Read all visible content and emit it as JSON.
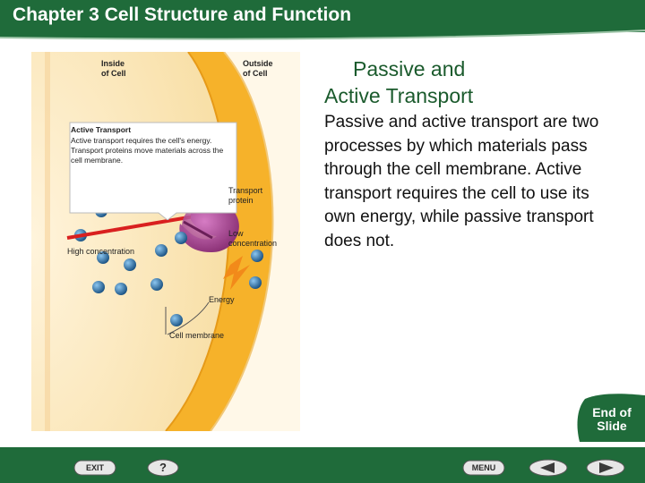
{
  "header": {
    "title": "Chapter 3  Cell Structure and Function"
  },
  "figure": {
    "inside_label": "Inside\nof Cell",
    "outside_label": "Outside\nof Cell",
    "callout_title": "Active Transport",
    "callout_body": "Active transport requires the cell's energy. Transport proteins move materials across the cell membrane.",
    "transport_protein_label": "Transport\nprotein",
    "low_concentration_label": "Low\nconcentration",
    "high_concentration_label": "High concentration",
    "energy_label": "Energy",
    "cell_membrane_label": "Cell membrane",
    "colors": {
      "inside": "#fcecc4",
      "membrane": "#f7b32b",
      "outside": "#fff6e0",
      "protein": "#a43d8c",
      "molecule": "#1e5f93",
      "arrow": "#d9201f",
      "energy": "#f28a1a"
    }
  },
  "content": {
    "heading_line1": "Passive and",
    "heading_line2": "Active Transport",
    "body": "Passive and active transport are two processes by which materials pass through the cell membrane. Active transport requires the cell to use its own energy, while passive transport does not."
  },
  "end_of_slide": {
    "label_line1": "End of",
    "label_line2": "Slide"
  },
  "footer": {
    "exit_label": "EXIT",
    "help_label": "?",
    "menu_label": "MENU",
    "back_icon": "left-arrow-icon",
    "next_icon": "right-arrow-icon"
  },
  "colors": {
    "brand": "#1f6b3a",
    "heading": "#1a5a2c"
  }
}
